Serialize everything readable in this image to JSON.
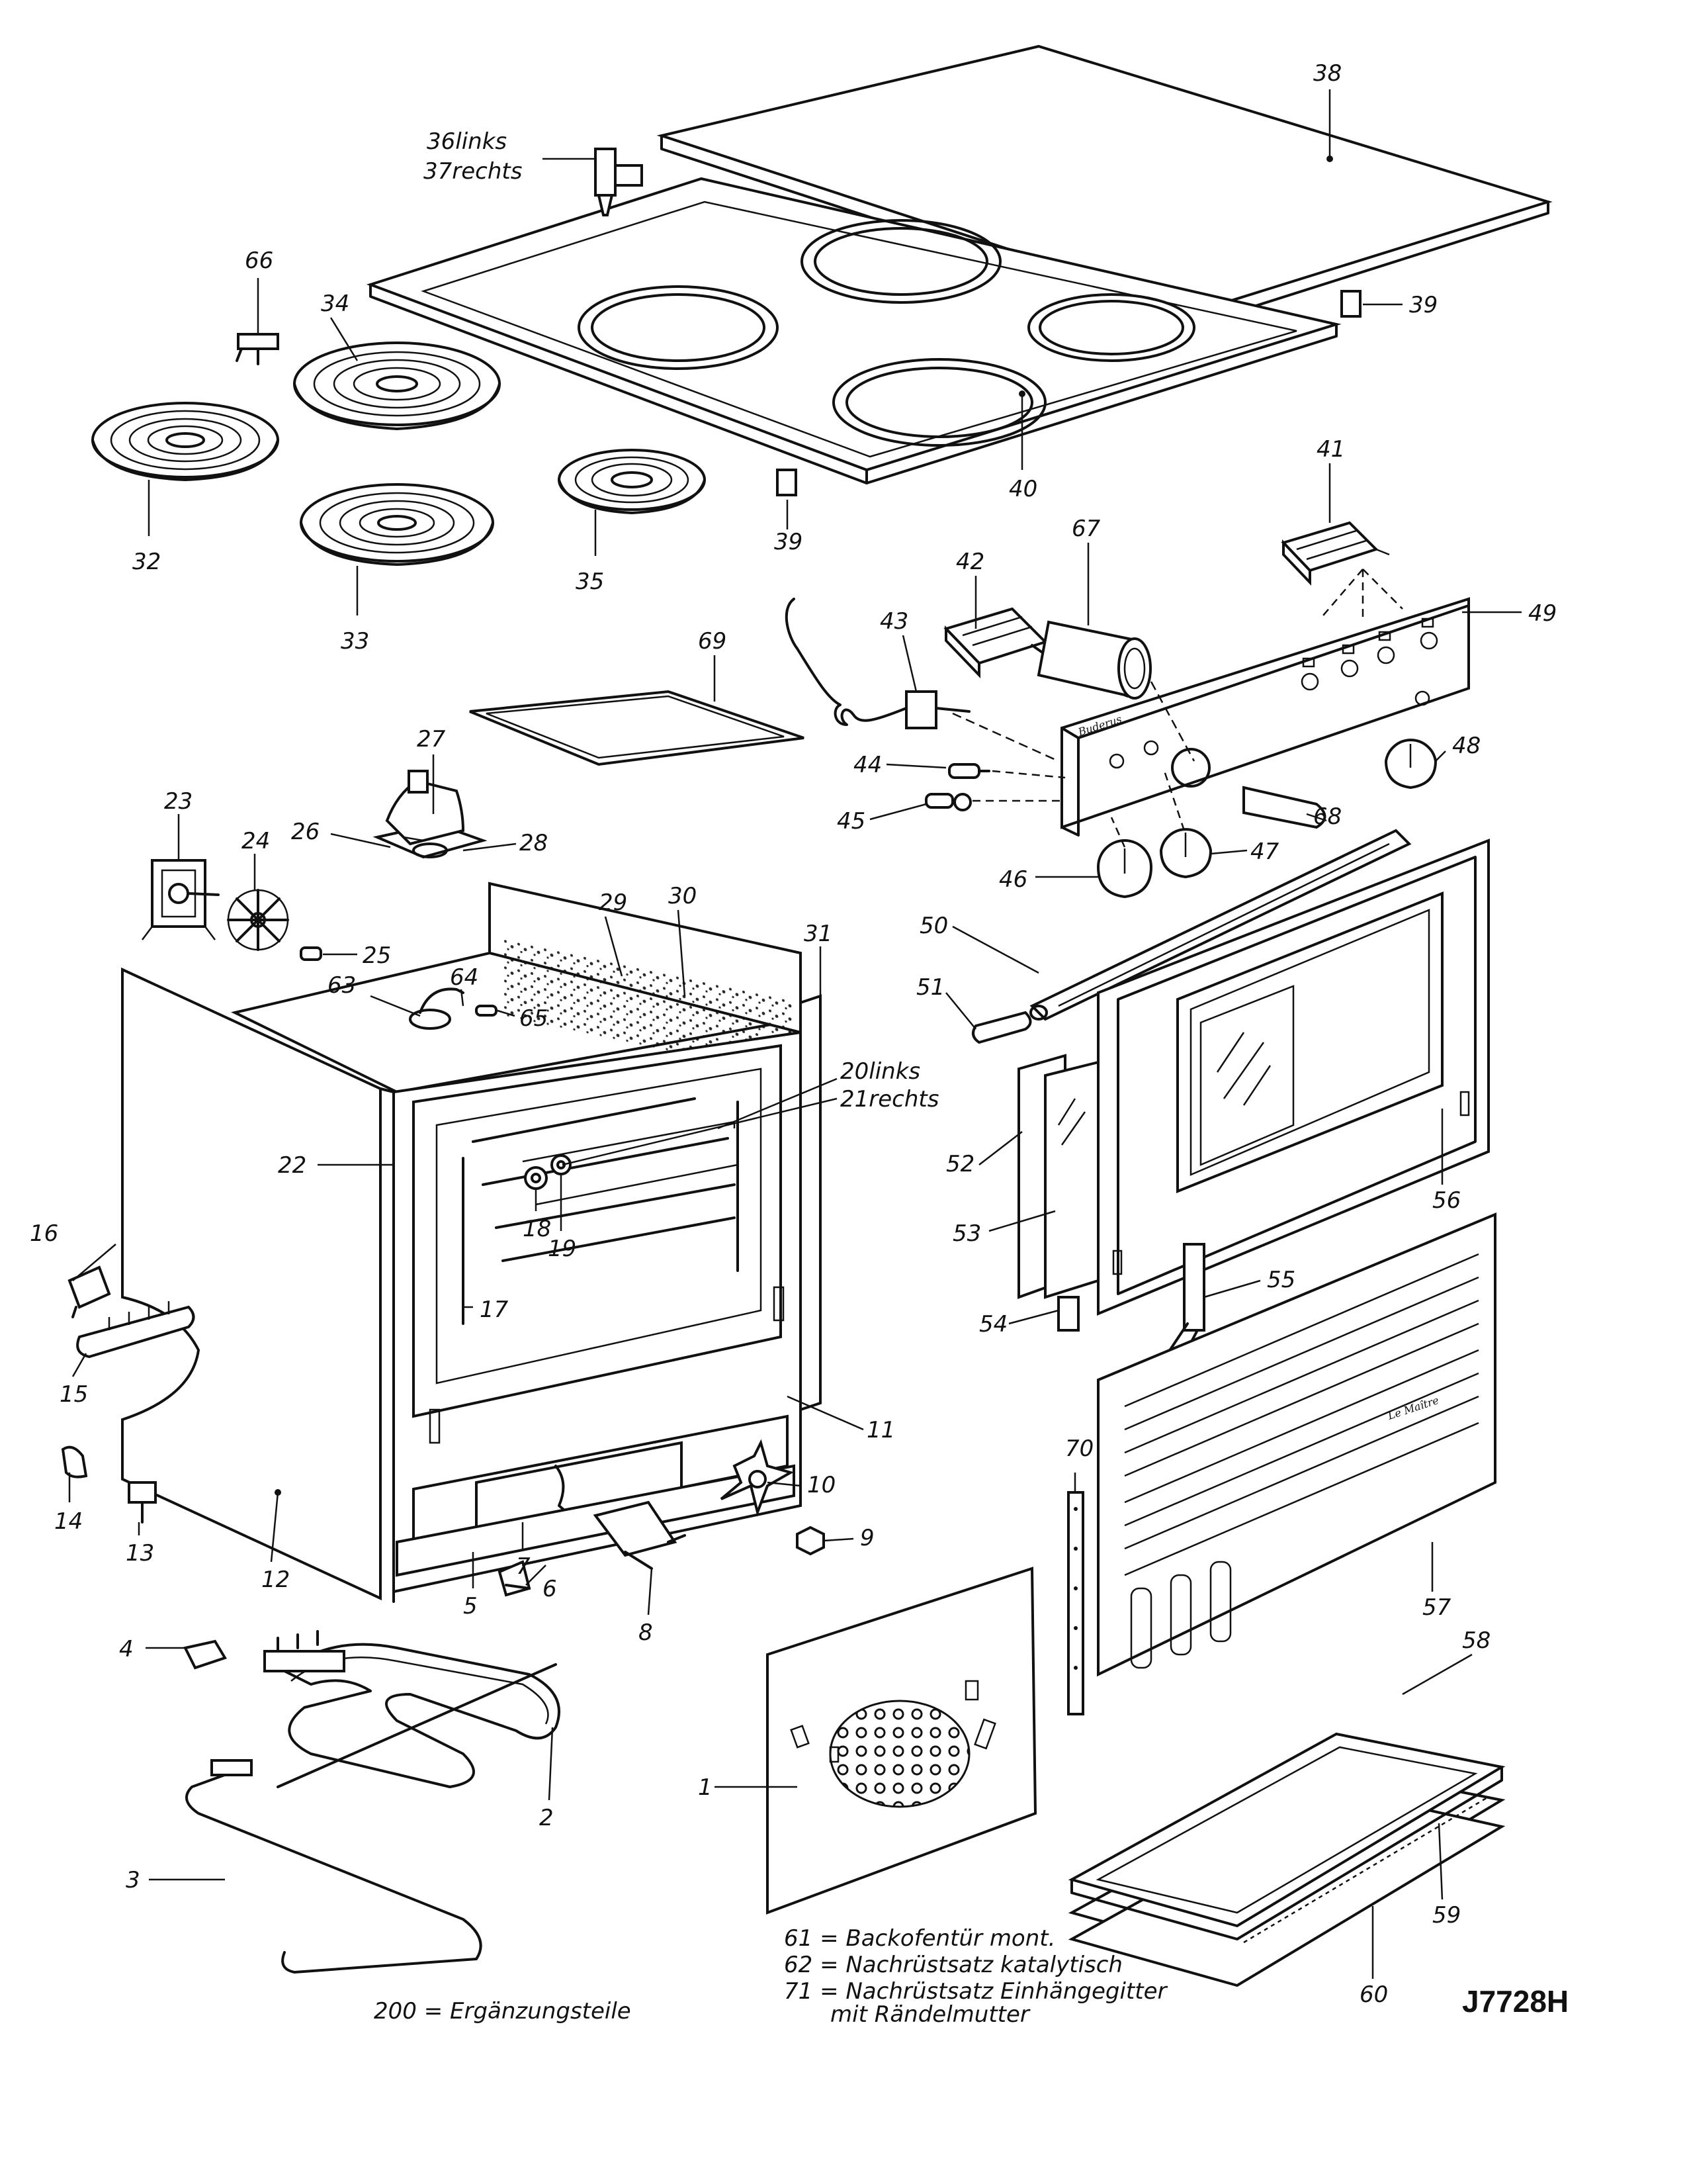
{
  "diagram": {
    "code": "J7728H",
    "brand_panel": "Buderus",
    "brand_door": "Le Maître",
    "legend": [
      {
        "id": "61",
        "text": "61 = Backofentür mont."
      },
      {
        "id": "62",
        "text": "62 = Nachrüstsatz katalytisch"
      },
      {
        "id": "71",
        "text": "71 = Nachrüstsatz Einhängegitter"
      },
      {
        "id": "71b",
        "text": "mit Rändelmutter"
      }
    ],
    "supplement": "200 = Ergänzungsteile",
    "labels": {
      "p1": "1",
      "p2": "2",
      "p3": "3",
      "p4": "4",
      "p5": "5",
      "p6": "6",
      "p7": "7",
      "p8": "8",
      "p9": "9",
      "p10": "10",
      "p11": "11",
      "p12": "12",
      "p13": "13",
      "p14": "14",
      "p15": "15",
      "p16": "16",
      "p17": "17",
      "p18": "18",
      "p19": "19",
      "p20": "20links",
      "p21": "21rechts",
      "p22": "22",
      "p23": "23",
      "p24": "24",
      "p25": "25",
      "p26": "26",
      "p27": "27",
      "p28": "28",
      "p29": "29",
      "p30": "30",
      "p31": "31",
      "p32": "32",
      "p33": "33",
      "p34": "34",
      "p35": "35",
      "p36": "36links",
      "p37": "37rechts",
      "p38": "38",
      "p39a": "39",
      "p39b": "39",
      "p40": "40",
      "p41": "41",
      "p42": "42",
      "p43": "43",
      "p44": "44",
      "p45": "45",
      "p46": "46",
      "p47": "47",
      "p48": "48",
      "p49": "49",
      "p50": "50",
      "p51": "51",
      "p52": "52",
      "p53": "53",
      "p54": "54",
      "p55": "55",
      "p56": "56",
      "p57": "57",
      "p58": "58",
      "p59": "59",
      "p60": "60",
      "p63": "63",
      "p64": "64",
      "p65": "65",
      "p66": "66",
      "p67": "67",
      "p68": "68",
      "p69": "69",
      "p70": "70"
    }
  }
}
